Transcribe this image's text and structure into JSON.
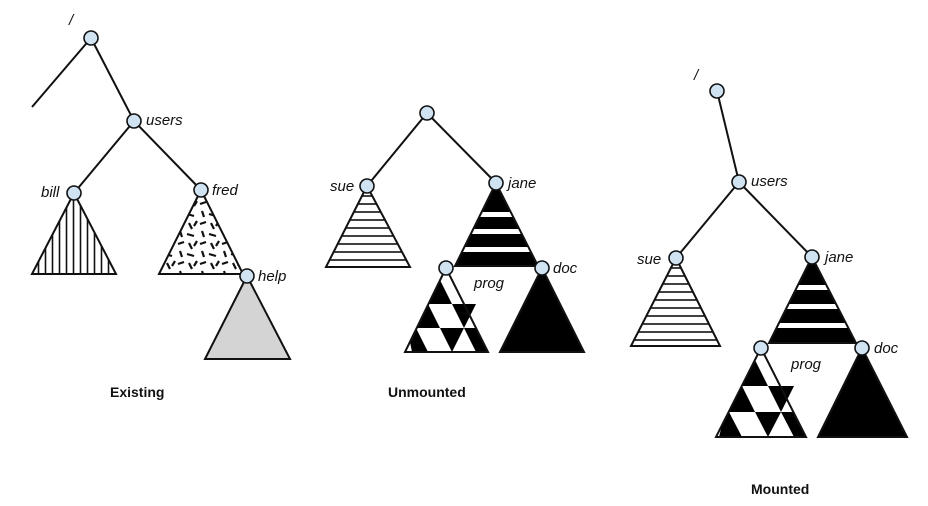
{
  "diagrams": [
    {
      "caption": "Existing",
      "root_label": "/",
      "nodes": [
        "users",
        "bill",
        "fred",
        "help"
      ]
    },
    {
      "caption": "Unmounted",
      "nodes": [
        "sue",
        "jane",
        "prog",
        "doc"
      ]
    },
    {
      "caption": "Mounted",
      "root_label": "/",
      "nodes": [
        "users",
        "sue",
        "jane",
        "prog",
        "doc"
      ]
    }
  ],
  "colors": {
    "node_fill": "#cfe3f3",
    "stroke": "#111111",
    "help_fill": "#d4d4d4",
    "solid_fill": "#000000"
  }
}
